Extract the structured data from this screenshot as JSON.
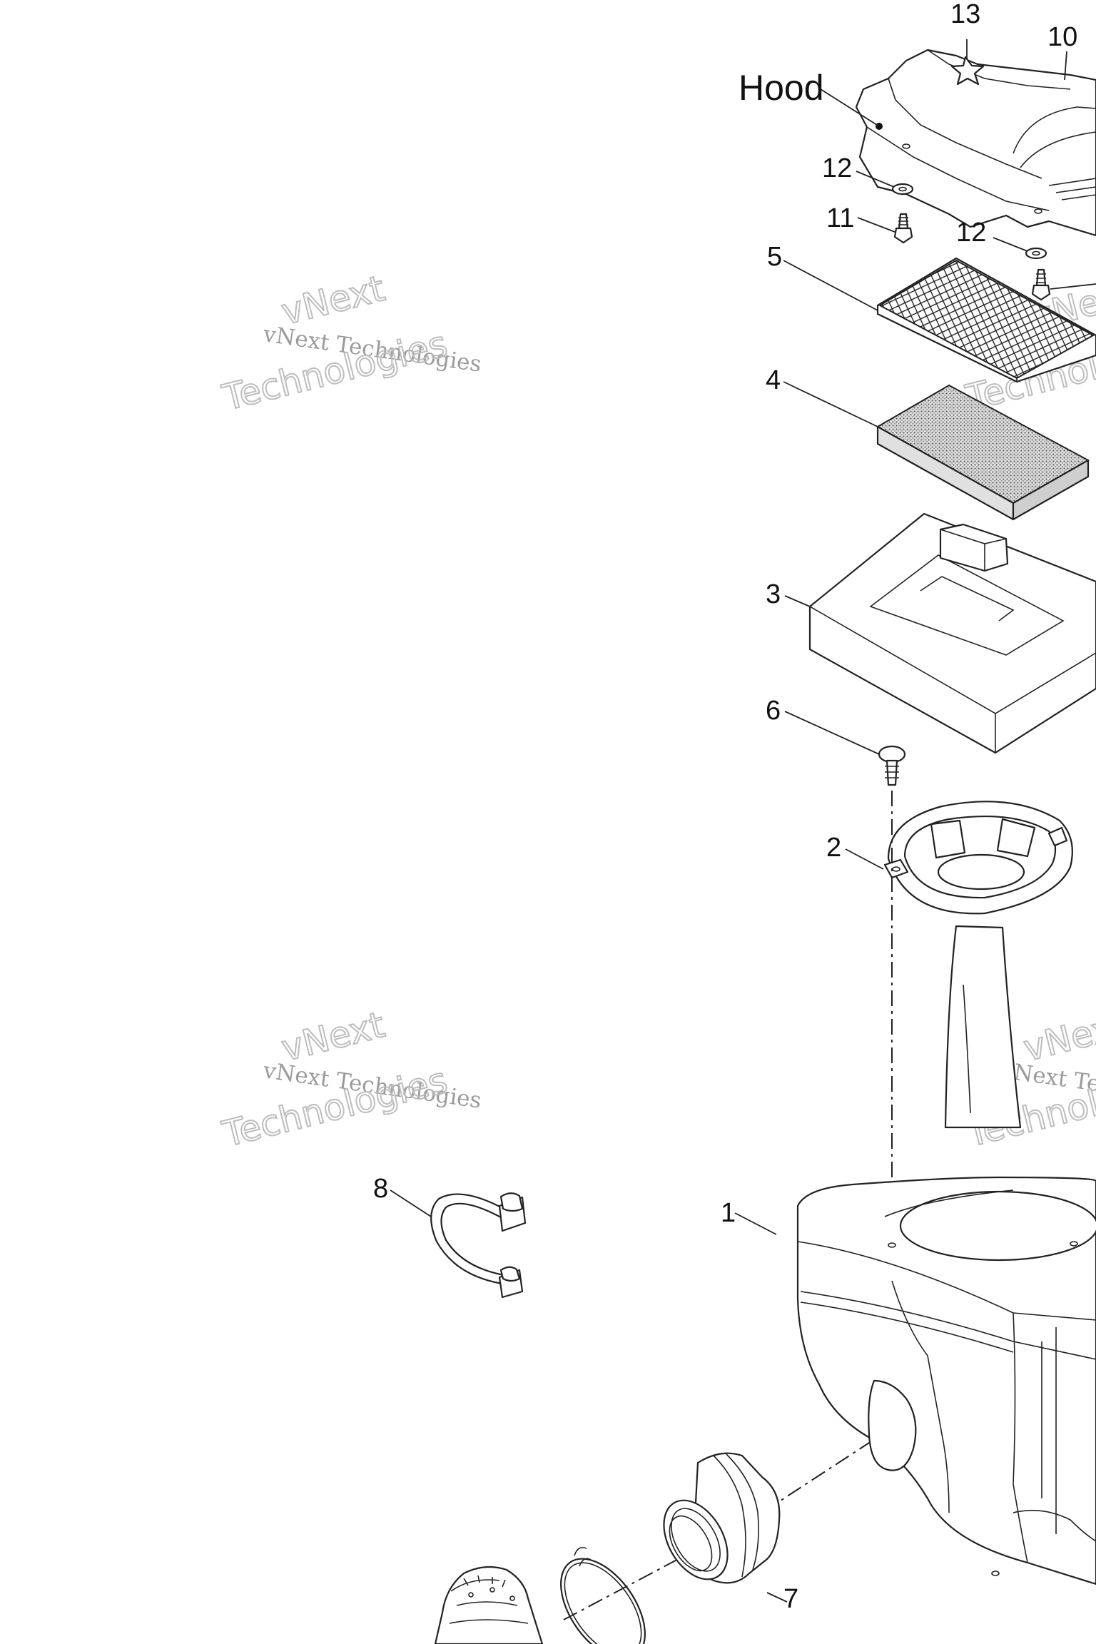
{
  "diagram": {
    "hood_label": "Hood",
    "callouts": {
      "c13": "13",
      "c10": "10",
      "c12a": "12",
      "c11": "11",
      "c12b": "12",
      "c5": "5",
      "c4": "4",
      "c3": "3",
      "c6": "6",
      "c2": "2",
      "c8": "8",
      "c1": "1",
      "c7": "7"
    },
    "watermark": {
      "line_top": "vNext",
      "line_mid": "vNext Technologies",
      "line_bottom": "Technologies"
    }
  }
}
